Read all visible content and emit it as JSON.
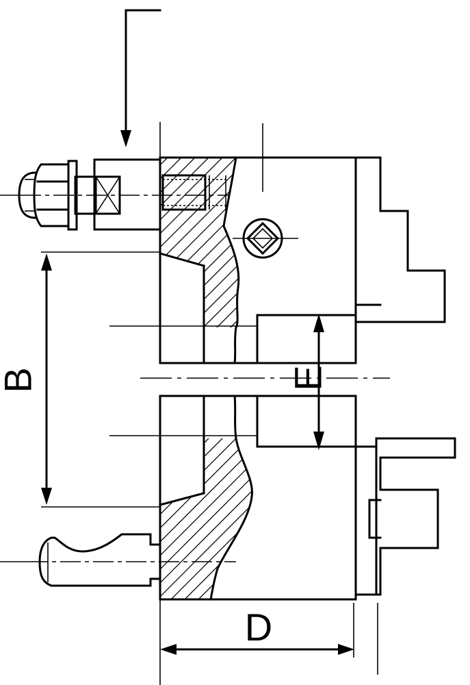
{
  "dimensions": {
    "b": "B",
    "d": "D",
    "e": "E"
  }
}
